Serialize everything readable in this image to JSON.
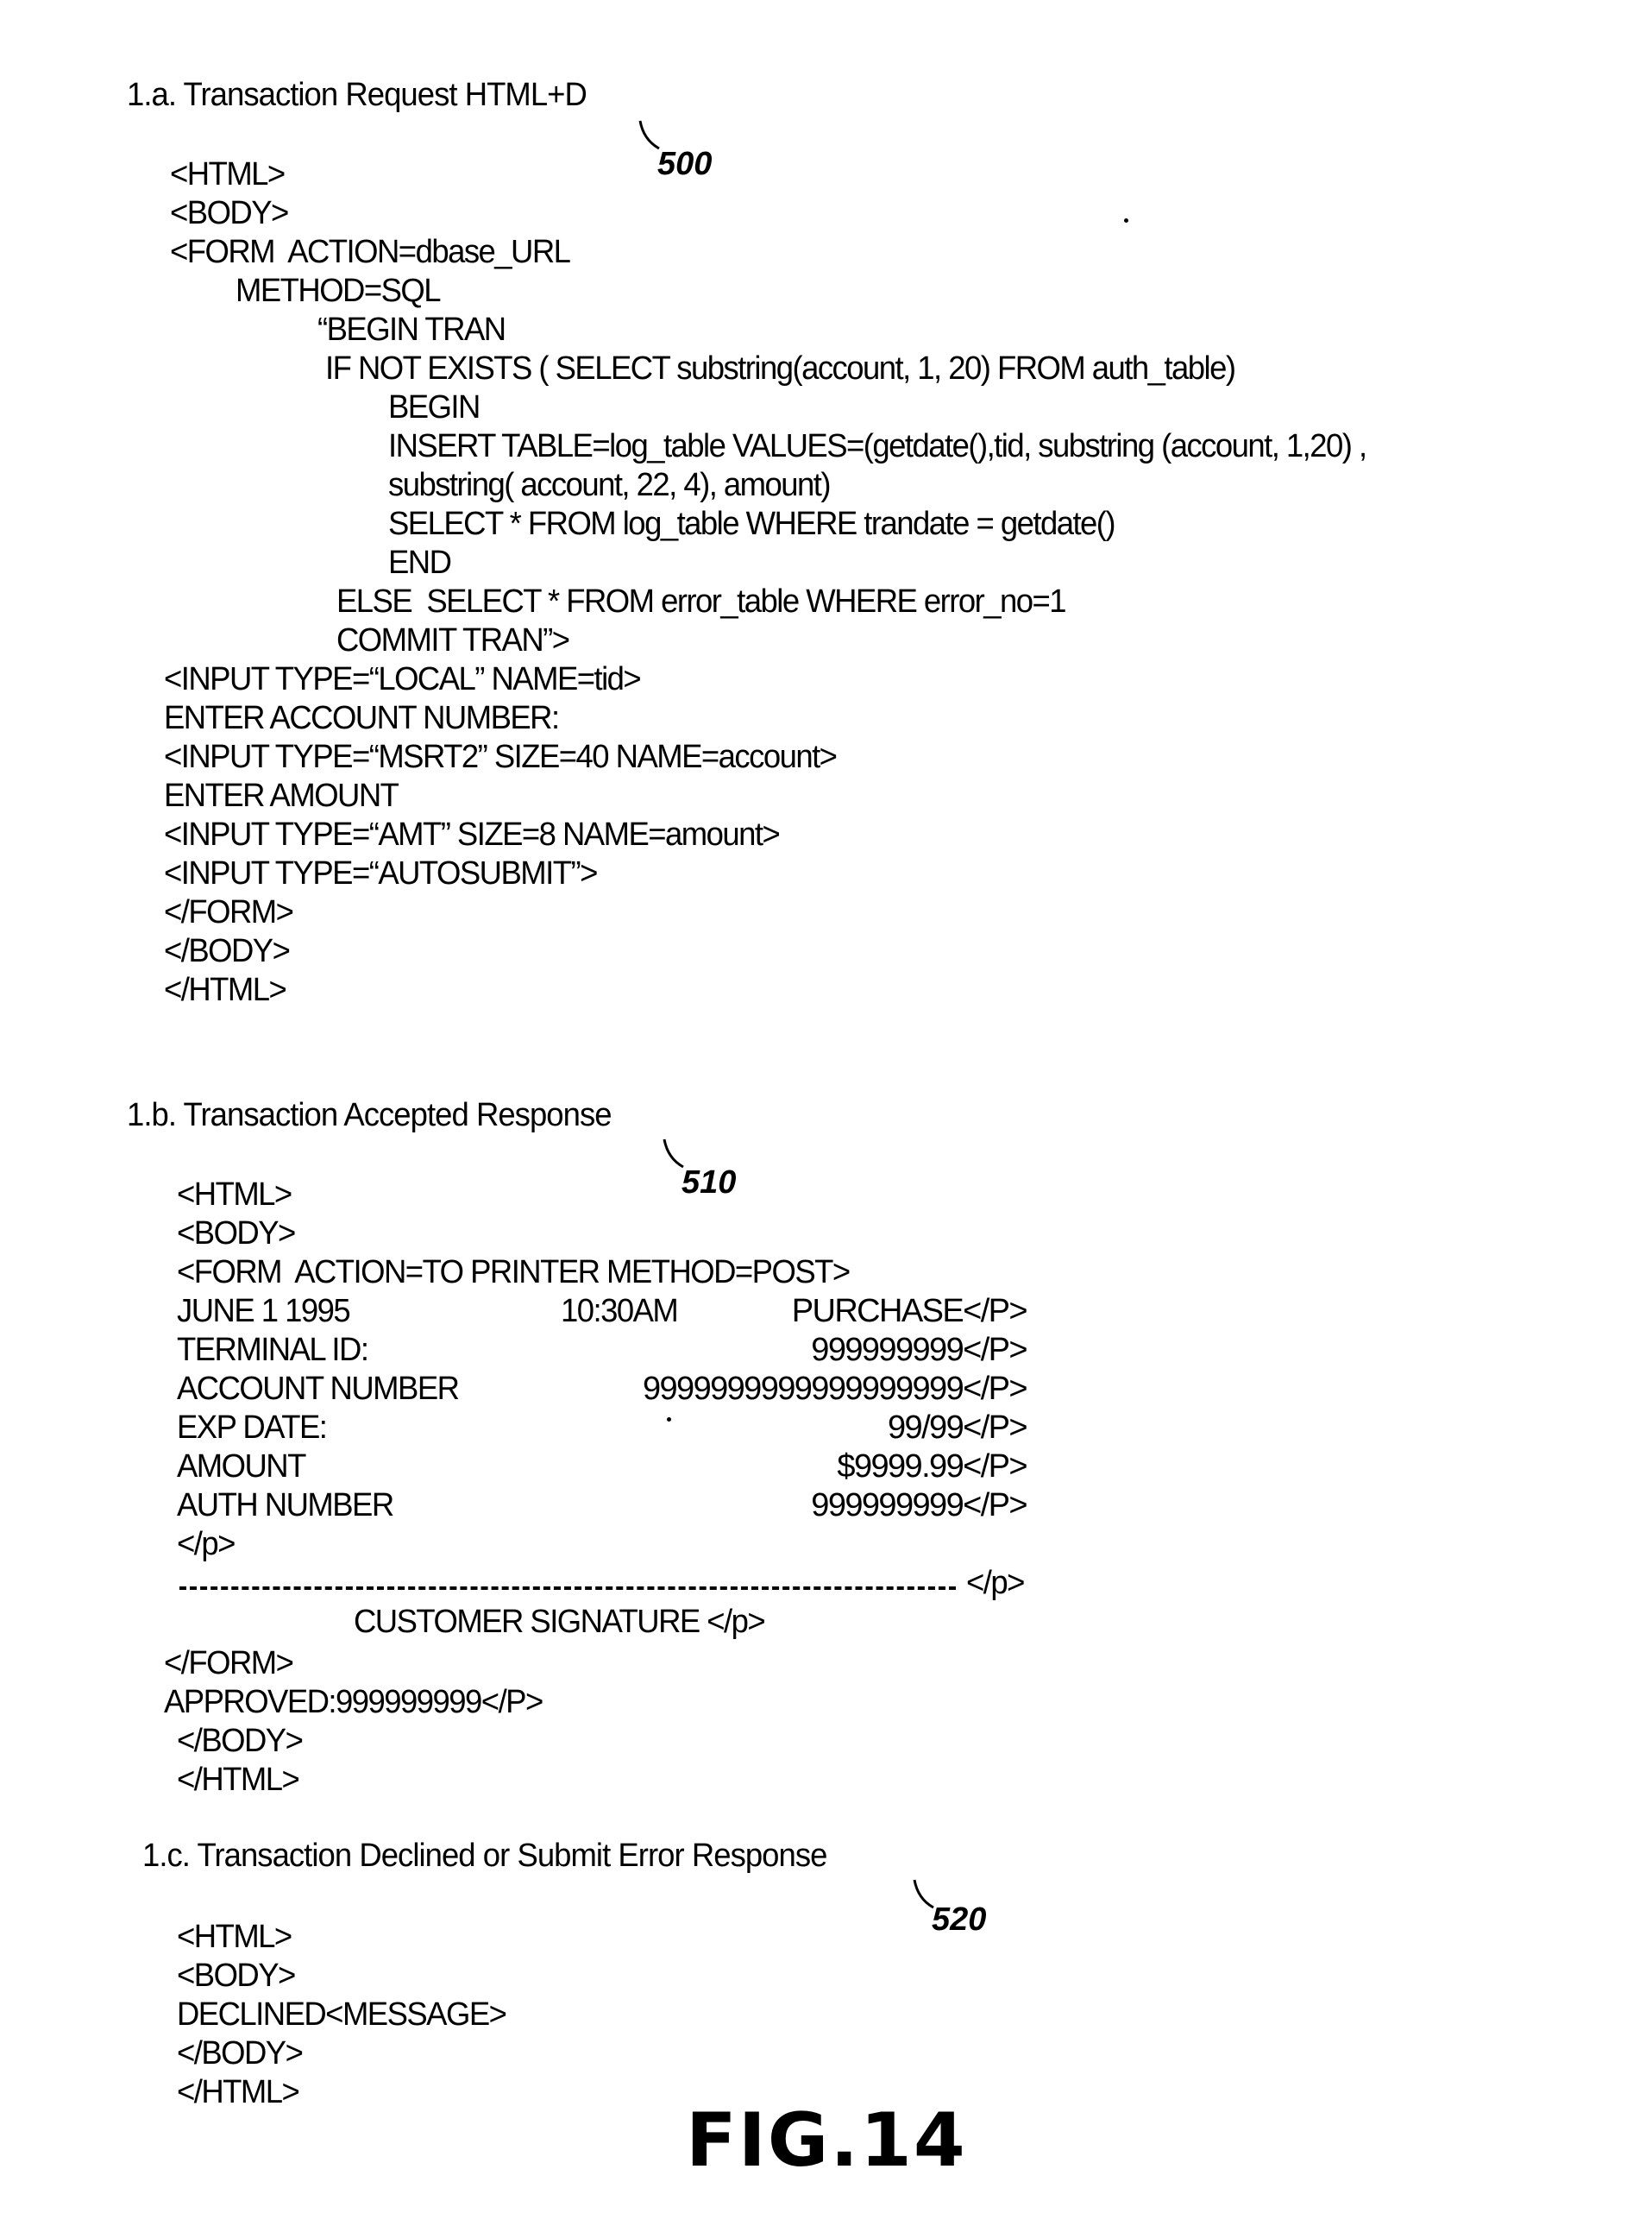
{
  "section_a": {
    "heading": "1.a. Transaction Request HTML+D",
    "ref": "500",
    "lines": [
      "<HTML>",
      "<BODY>",
      "<FORM  ACTION=dbase_URL",
      "METHOD=SQL",
      "“BEGIN TRAN",
      "IF NOT EXISTS ( SELECT substring(account, 1, 20) FROM auth_table)",
      "BEGIN",
      "INSERT TABLE=log_table VALUES=(getdate(),tid, substring (account, 1,20) ,",
      "substring( account, 22, 4), amount)",
      "SELECT * FROM log_table WHERE trandate = getdate()",
      "END",
      "ELSE  SELECT * FROM error_table WHERE error_no=1",
      "COMMIT TRAN”>",
      "<INPUT TYPE=“LOCAL” NAME=tid>",
      "ENTER ACCOUNT NUMBER:",
      "<INPUT TYPE=“MSRT2” SIZE=40 NAME=account>",
      "ENTER AMOUNT",
      "<INPUT TYPE=“AMT” SIZE=8 NAME=amount>",
      "<INPUT TYPE=“AUTOSUBMIT”>",
      "</FORM>",
      "</BODY>",
      "</HTML>"
    ]
  },
  "section_b": {
    "heading": "1.b. Transaction Accepted Response",
    "ref": "510",
    "lines": [
      "<HTML>",
      "<BODY>",
      "<FORM  ACTION=TO PRINTER METHOD=POST>"
    ],
    "rows": [
      {
        "label": "JUNE 1 1995",
        "mid": "10:30AM",
        "value": "PURCHASE</P>"
      },
      {
        "label": "TERMINAL ID:",
        "mid": "",
        "value": "999999999</P>"
      },
      {
        "label": "ACCOUNT NUMBER",
        "mid": "",
        "value": "9999999999999999999</P>"
      },
      {
        "label": "EXP DATE:",
        "mid": "",
        "value": "99/99</P>"
      },
      {
        "label": "AMOUNT",
        "mid": "",
        "value": "$9999.99</P>"
      },
      {
        "label": "AUTH NUMBER",
        "mid": "",
        "value": "999999999</P>"
      }
    ],
    "p_close": "</p>",
    "dash_tail": "</p>",
    "signature": "CUSTOMER SIGNATURE </p>",
    "tail_lines": [
      "</FORM>",
      "APPROVED:999999999</P>",
      "</BODY>",
      "</HTML>"
    ]
  },
  "section_c": {
    "heading": "1.c. Transaction Declined or Submit Error Response",
    "ref": "520",
    "lines": [
      "<HTML>",
      "<BODY>",
      "DECLINED<MESSAGE>",
      "</BODY>",
      "</HTML>"
    ]
  },
  "figure_label": "FIG.14"
}
